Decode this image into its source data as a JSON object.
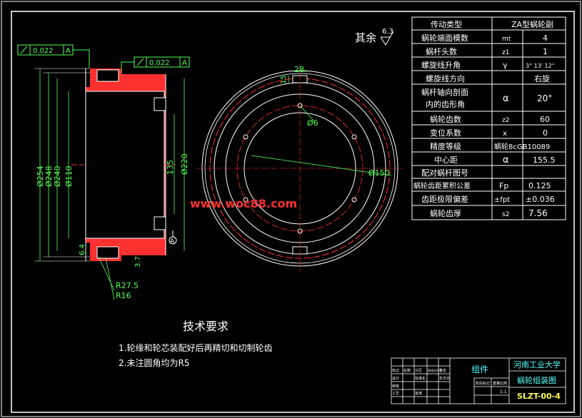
{
  "roughness": {
    "prefix": "其余",
    "value": "6.3"
  },
  "tolerance_frames": [
    {
      "value": "0.022",
      "datum": "A"
    },
    {
      "value": "0.022",
      "datum": "A"
    }
  ],
  "section_dims": [
    "Ø254",
    "Ø248",
    "Ø240",
    "Ø110",
    "135",
    "Ø220"
  ],
  "detail_dims": [
    "6.4",
    "3.7",
    "R27.5",
    "R16"
  ],
  "datum_label": "A",
  "front_view_dims": [
    "28",
    "15",
    "Ø6",
    "Ø150"
  ],
  "watermark": "www.woc88.com",
  "tech_requirements": {
    "title": "技术要求",
    "items": [
      "1.轮缘和轮芯装配好后再精切和切制轮齿",
      "2.未注圆角均为R5"
    ]
  },
  "param_table": {
    "header": {
      "name": "传动类型",
      "value": "ZA型蜗轮副"
    },
    "rows": [
      {
        "name": "蜗轮端面模数",
        "symbol": "mt",
        "value": "4"
      },
      {
        "name": "蜗杆头数",
        "symbol": "z1",
        "value": "1"
      },
      {
        "name": "螺旋线升角",
        "symbol": "γ",
        "value": "3° 13' 12\""
      },
      {
        "name": "螺旋线方向",
        "symbol": "",
        "value": "右旋"
      },
      {
        "name": "蜗杆轴向剖面",
        "name2": "内的齿形角",
        "symbol": "α",
        "value": "20°"
      },
      {
        "name": "蜗轮齿数",
        "symbol": "z2",
        "value": "60"
      },
      {
        "name": "变位系数",
        "symbol": "x",
        "value": "0"
      },
      {
        "name": "精度等级",
        "symbol": "",
        "value": "蜗轮8cGB10089"
      },
      {
        "name": "中心距",
        "symbol": "α",
        "value": "155.5"
      },
      {
        "name": "配对蜗杆图号",
        "symbol": "",
        "value": ""
      },
      {
        "name": "蜗轮齿距累积公差",
        "symbol": "Fp",
        "value": "0.125"
      },
      {
        "name": "齿距极限偏差",
        "symbol": "±fpt",
        "value": "±0.036"
      },
      {
        "name": "蜗轮齿厚",
        "symbol": "s2",
        "value": "7.56"
      }
    ]
  },
  "title_block": {
    "center": "组件",
    "school": "河南工业大学",
    "drawing_name": "蜗轮组装图",
    "drawing_number": "SLZT-00-4",
    "small_labels": [
      "标记",
      "处数",
      "分区",
      "更改文件号",
      "签名",
      "年月日",
      "设计",
      "标准化",
      "审核",
      "工艺",
      "批准",
      "阶段标记",
      "重量",
      "比例",
      "1:1"
    ]
  }
}
